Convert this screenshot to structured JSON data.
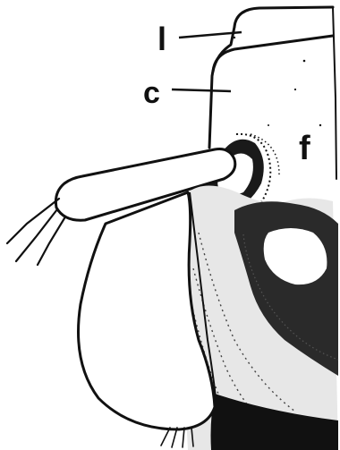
{
  "labels": {
    "l": "l",
    "c": "c",
    "f": "f"
  },
  "colors": {
    "ink": "#111111",
    "paper": "#ffffff"
  }
}
